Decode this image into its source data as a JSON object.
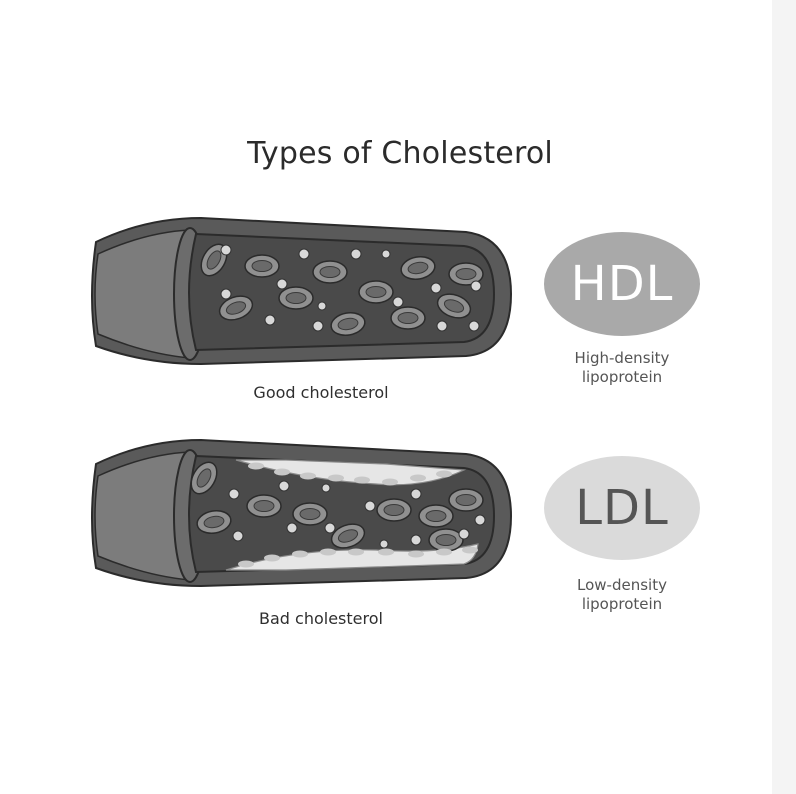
{
  "title": "Types of Cholesterol",
  "good": {
    "caption": "Good cholesterol",
    "badge": "HDL",
    "desc_line1": "High-density",
    "desc_line2": "lipoprotein"
  },
  "bad": {
    "caption": "Bad cholesterol",
    "badge": "LDL",
    "desc_line1": "Low-density",
    "desc_line2": "lipoprotein"
  },
  "colors": {
    "wall_dark": "#5a5a5a",
    "wall_light": "#7c7c7c",
    "lumen": "#4a4a4a",
    "rbc_outer": "#909090",
    "rbc_inner": "#6a6a6a",
    "particle": "#d8d8d8",
    "plaque": "#e6e6e6",
    "plaque_dot": "#c8c8c8"
  }
}
